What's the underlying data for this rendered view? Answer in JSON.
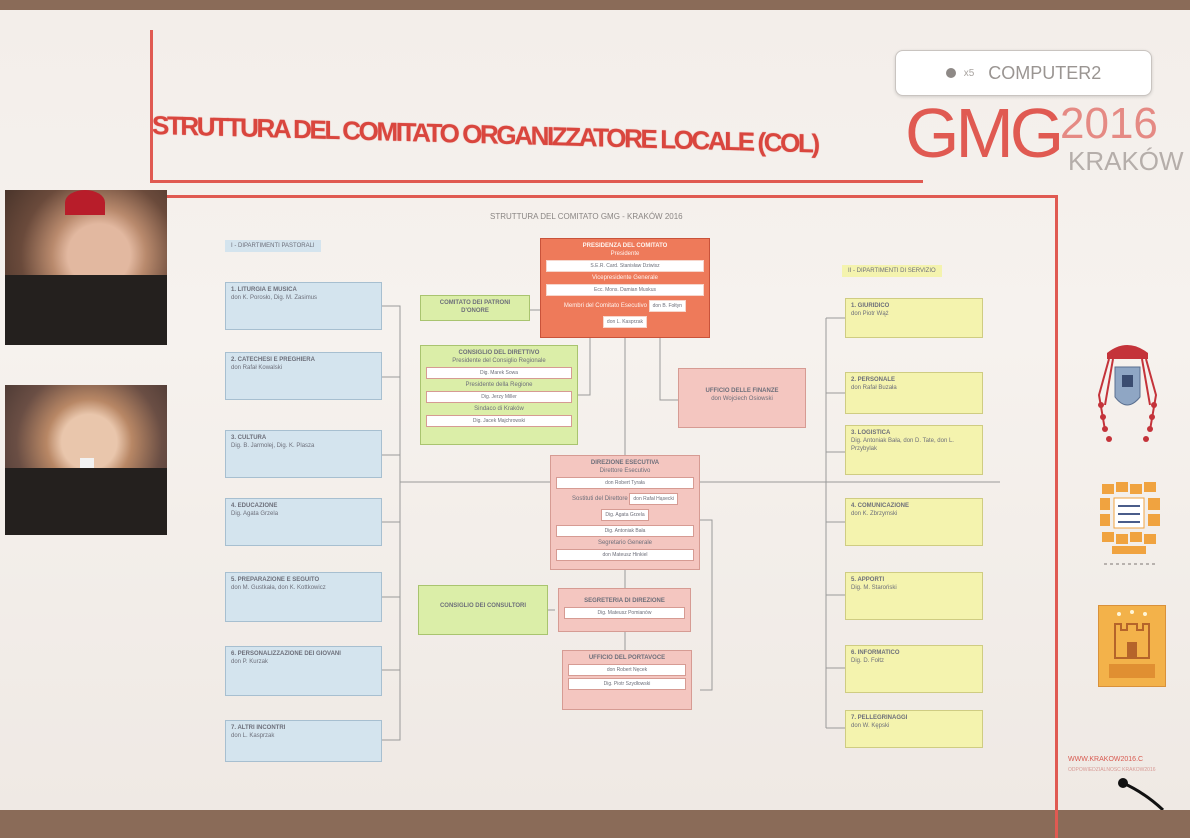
{
  "slide": {
    "title": "STRUTTURA DEL COMITATO ORGANIZZATORE LOCALE (COL)",
    "logo_main": "GMG",
    "logo_year": "2016",
    "logo_city": "KRAKÓW",
    "subtitle": "STRUTTURA DEL COMITATO GMG - KRAKÓW 2016",
    "website": "WWW.KRAKOW2016.C",
    "website_small": "ODPOWIEDZIALNOSC KRAKOW2016"
  },
  "overlay": {
    "prefix": "x5",
    "label": "COMPUTER2"
  },
  "chart": {
    "left_header": "I - DIPARTIMENTI PASTORALI",
    "right_header": "II - DIPARTIMENTI DI SERVIZIO",
    "left_boxes": [
      {
        "title": "1. LITURGIA E MUSICA",
        "sub": "don K. Porosło, Dig. M. Zasimus"
      },
      {
        "title": "2. CATECHESI E PREGHIERA",
        "sub": "don Rafał Kowalski"
      },
      {
        "title": "3. CULTURA",
        "sub": "Dig. B. Jarmolej, Dig. K. Plasza"
      },
      {
        "title": "4. EDUCAZIONE",
        "sub": "Dig. Agata Grzela"
      },
      {
        "title": "5. PREPARAZIONE E SEGUITO",
        "sub": "don M. Gustkała, don K. Kottkowicz"
      },
      {
        "title": "6. PERSONALIZZAZIONE DEI GIOVANI",
        "sub": "don P. Kurzak"
      },
      {
        "title": "7. ALTRI INCONTRI",
        "sub": "don L. Kasprzak"
      }
    ],
    "right_boxes": [
      {
        "title": "1. GIURIDICO",
        "sub": "don Piotr Wąż"
      },
      {
        "title": "2. PERSONALE",
        "sub": "don Rafał Buzała"
      },
      {
        "title": "3. LOGISTICA",
        "sub": "Dig. Antoniak Bała, don D. Tate, don L. Przybylak"
      },
      {
        "title": "4. COMUNICAZIONE",
        "sub": "don K. Zbrzymski"
      },
      {
        "title": "5. APPORTI",
        "sub": "Dig. M. Staroński"
      },
      {
        "title": "6. INFORMATICO",
        "sub": "Dig. D. Fołtz"
      },
      {
        "title": "7. PELLEGRINAGGI",
        "sub": "don W. Kępski"
      }
    ],
    "presidency": {
      "title": "PRESIDENZA DEL COMITATO",
      "role1": "Presidente",
      "name1": "S.E.R. Card. Stanisław Dziwisz",
      "role2": "Vicepresidente Generale",
      "name2": "Ecc. Mons. Damian Muskus",
      "role3": "Membri del Comitato Esecutivo",
      "name3a": "don B. Fołtyn",
      "name3b": "don L. Kasprzak"
    },
    "patroni": "COMITATO DEI PATRONI D'ONORE",
    "direttivo": {
      "title": "CONSIGLIO DEL DIRETTIVO",
      "role1": "Presidente del Consiglio Regionale",
      "name1": "Dig. Marek Sowa",
      "role2": "Presidente della Regione",
      "name2": "Dig. Jerzy Miller",
      "role3": "Sindaco di Kraków",
      "name3": "Dig. Jacek Majchrowski"
    },
    "finanze": {
      "title": "UFFICIO DELLE FINANZE",
      "sub": "don Wojciech Osiowski"
    },
    "esecutiva": {
      "title": "DIREZIONE ESECUTIVA",
      "role1": "Direttore Esecutivo",
      "name1": "don Robert Tyrała",
      "role2": "Sostituti del Direttore",
      "name2a": "don Rafał Hąsecki",
      "name2b": "Dig. Agata Grzela",
      "name2c": "Dig. Antoniak Bała",
      "role3": "Segretario Generale",
      "name3": "don Mateusz Hinkiel"
    },
    "consultori": "CONSIGLIO DEI CONSULTORI",
    "segreteria": {
      "title": "SEGRETERIA DI DIREZIONE",
      "sub": "Dig. Mateusz Pomianów"
    },
    "portavoce": {
      "title": "UFFICIO DEL PORTAVOCE",
      "sub1": "don Robert Nęcek",
      "sub2": "Dig. Piotr Szydłowski"
    }
  },
  "colors": {
    "accent": "#e05a52",
    "blue_box": "#d4e4ee",
    "yellow_box": "#f4f3ae",
    "green_box": "#dbeea8",
    "salmon_box": "#f4c6c0",
    "orange_box": "#ee7a5a"
  }
}
